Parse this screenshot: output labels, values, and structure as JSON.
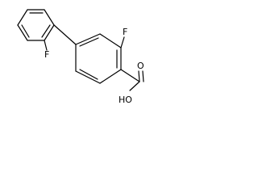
{
  "molecule": {
    "labels": {
      "fluorine_left": "F",
      "fluorine_right": "F",
      "carbonyl_oxygen": "O",
      "hydroxyl": "HO"
    }
  }
}
